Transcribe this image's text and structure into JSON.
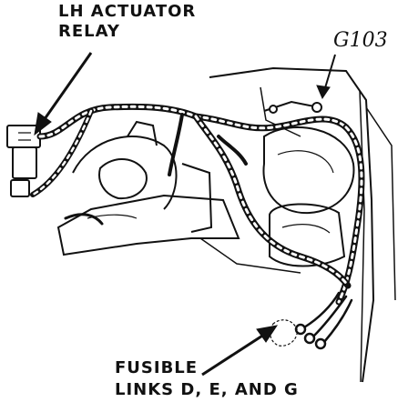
{
  "labels": {
    "relay_line1": "LH ACTUATOR",
    "relay_line2": "RELAY",
    "ground": "G103",
    "fusible_line1": "FUSIBLE",
    "fusible_line2": "LINKS D, E, AND G"
  },
  "colors": {
    "ink": "#111111",
    "paper": "#ffffff"
  }
}
